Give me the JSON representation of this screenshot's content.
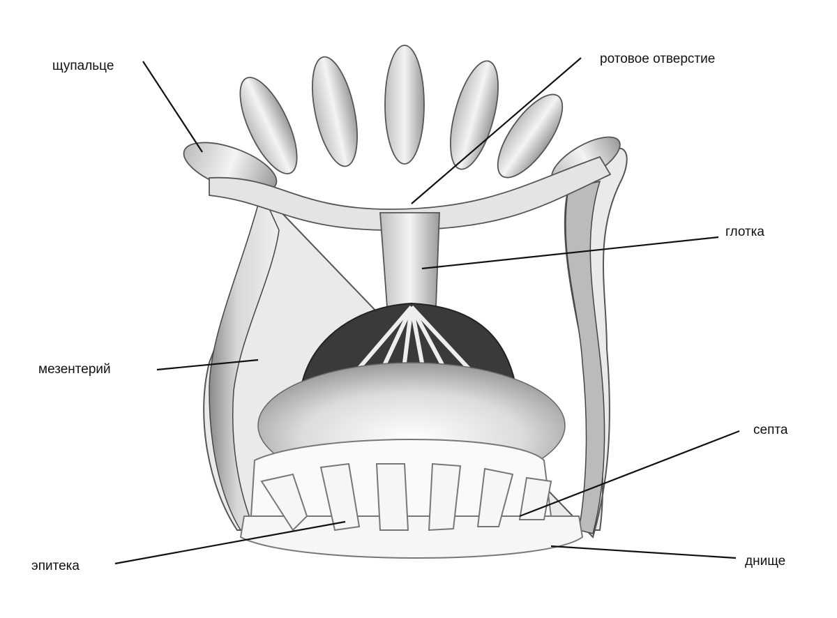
{
  "labels": {
    "tentacle": "щупальце",
    "mouth": "ротовое отверстие",
    "pharynx": "глотка",
    "mesentery": "мезентерий",
    "septa": "септа",
    "epitheca": "эпитека",
    "basal_plate": "днище"
  }
}
